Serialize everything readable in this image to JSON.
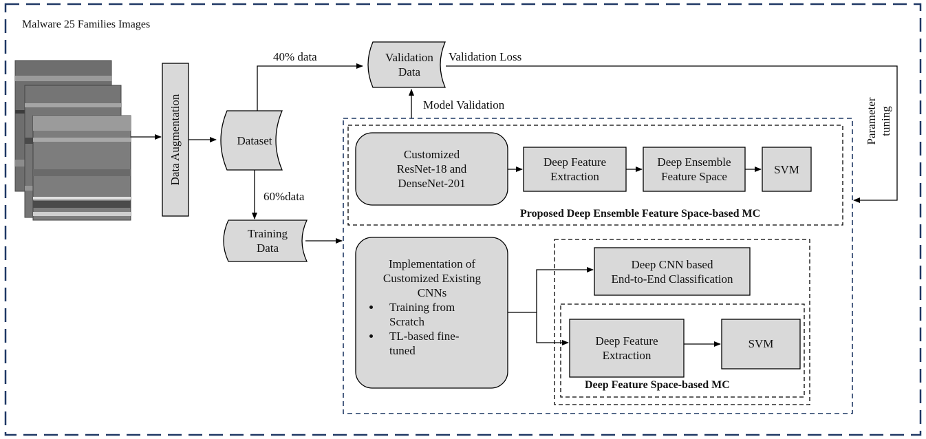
{
  "title": "Malware 25 Families Images",
  "nodes": {
    "augmentation": "Data Augmentation",
    "dataset": "Dataset",
    "validation_data": [
      "Validation",
      "Data"
    ],
    "training_data": [
      "Training",
      "Data"
    ],
    "customized": [
      "Customized",
      "ResNet-18 and",
      "DenseNet-201"
    ],
    "dfe_top": [
      "Deep Feature",
      "Extraction"
    ],
    "ensemble_space": [
      "Deep Ensemble",
      "Feature Space"
    ],
    "svm_top": "SVM",
    "implementation": [
      "Implementation of",
      "Customized Existing",
      "CNNs"
    ],
    "impl_bullets": [
      [
        "Training from",
        "Scratch"
      ],
      [
        "TL-based fine-",
        "tuned"
      ]
    ],
    "end_to_end": [
      "Deep CNN based",
      "End-to-End Classification"
    ],
    "dfe_bottom": [
      "Deep Feature",
      "Extraction"
    ],
    "svm_bottom": "SVM"
  },
  "edges": {
    "to_validation": "40% data",
    "to_training": "60%data",
    "validation_loss": "Validation Loss",
    "model_validation": "Model Validation",
    "parameter_tuning": [
      "Parameter",
      "tuning"
    ]
  },
  "groups": {
    "proposed": "Proposed Deep Ensemble Feature Space-based MC",
    "deep_space": "Deep Feature Space-based MC"
  },
  "colors": {
    "outer_border": "#1f3864",
    "box_fill": "#d9d9d9",
    "stroke": "#000000"
  }
}
